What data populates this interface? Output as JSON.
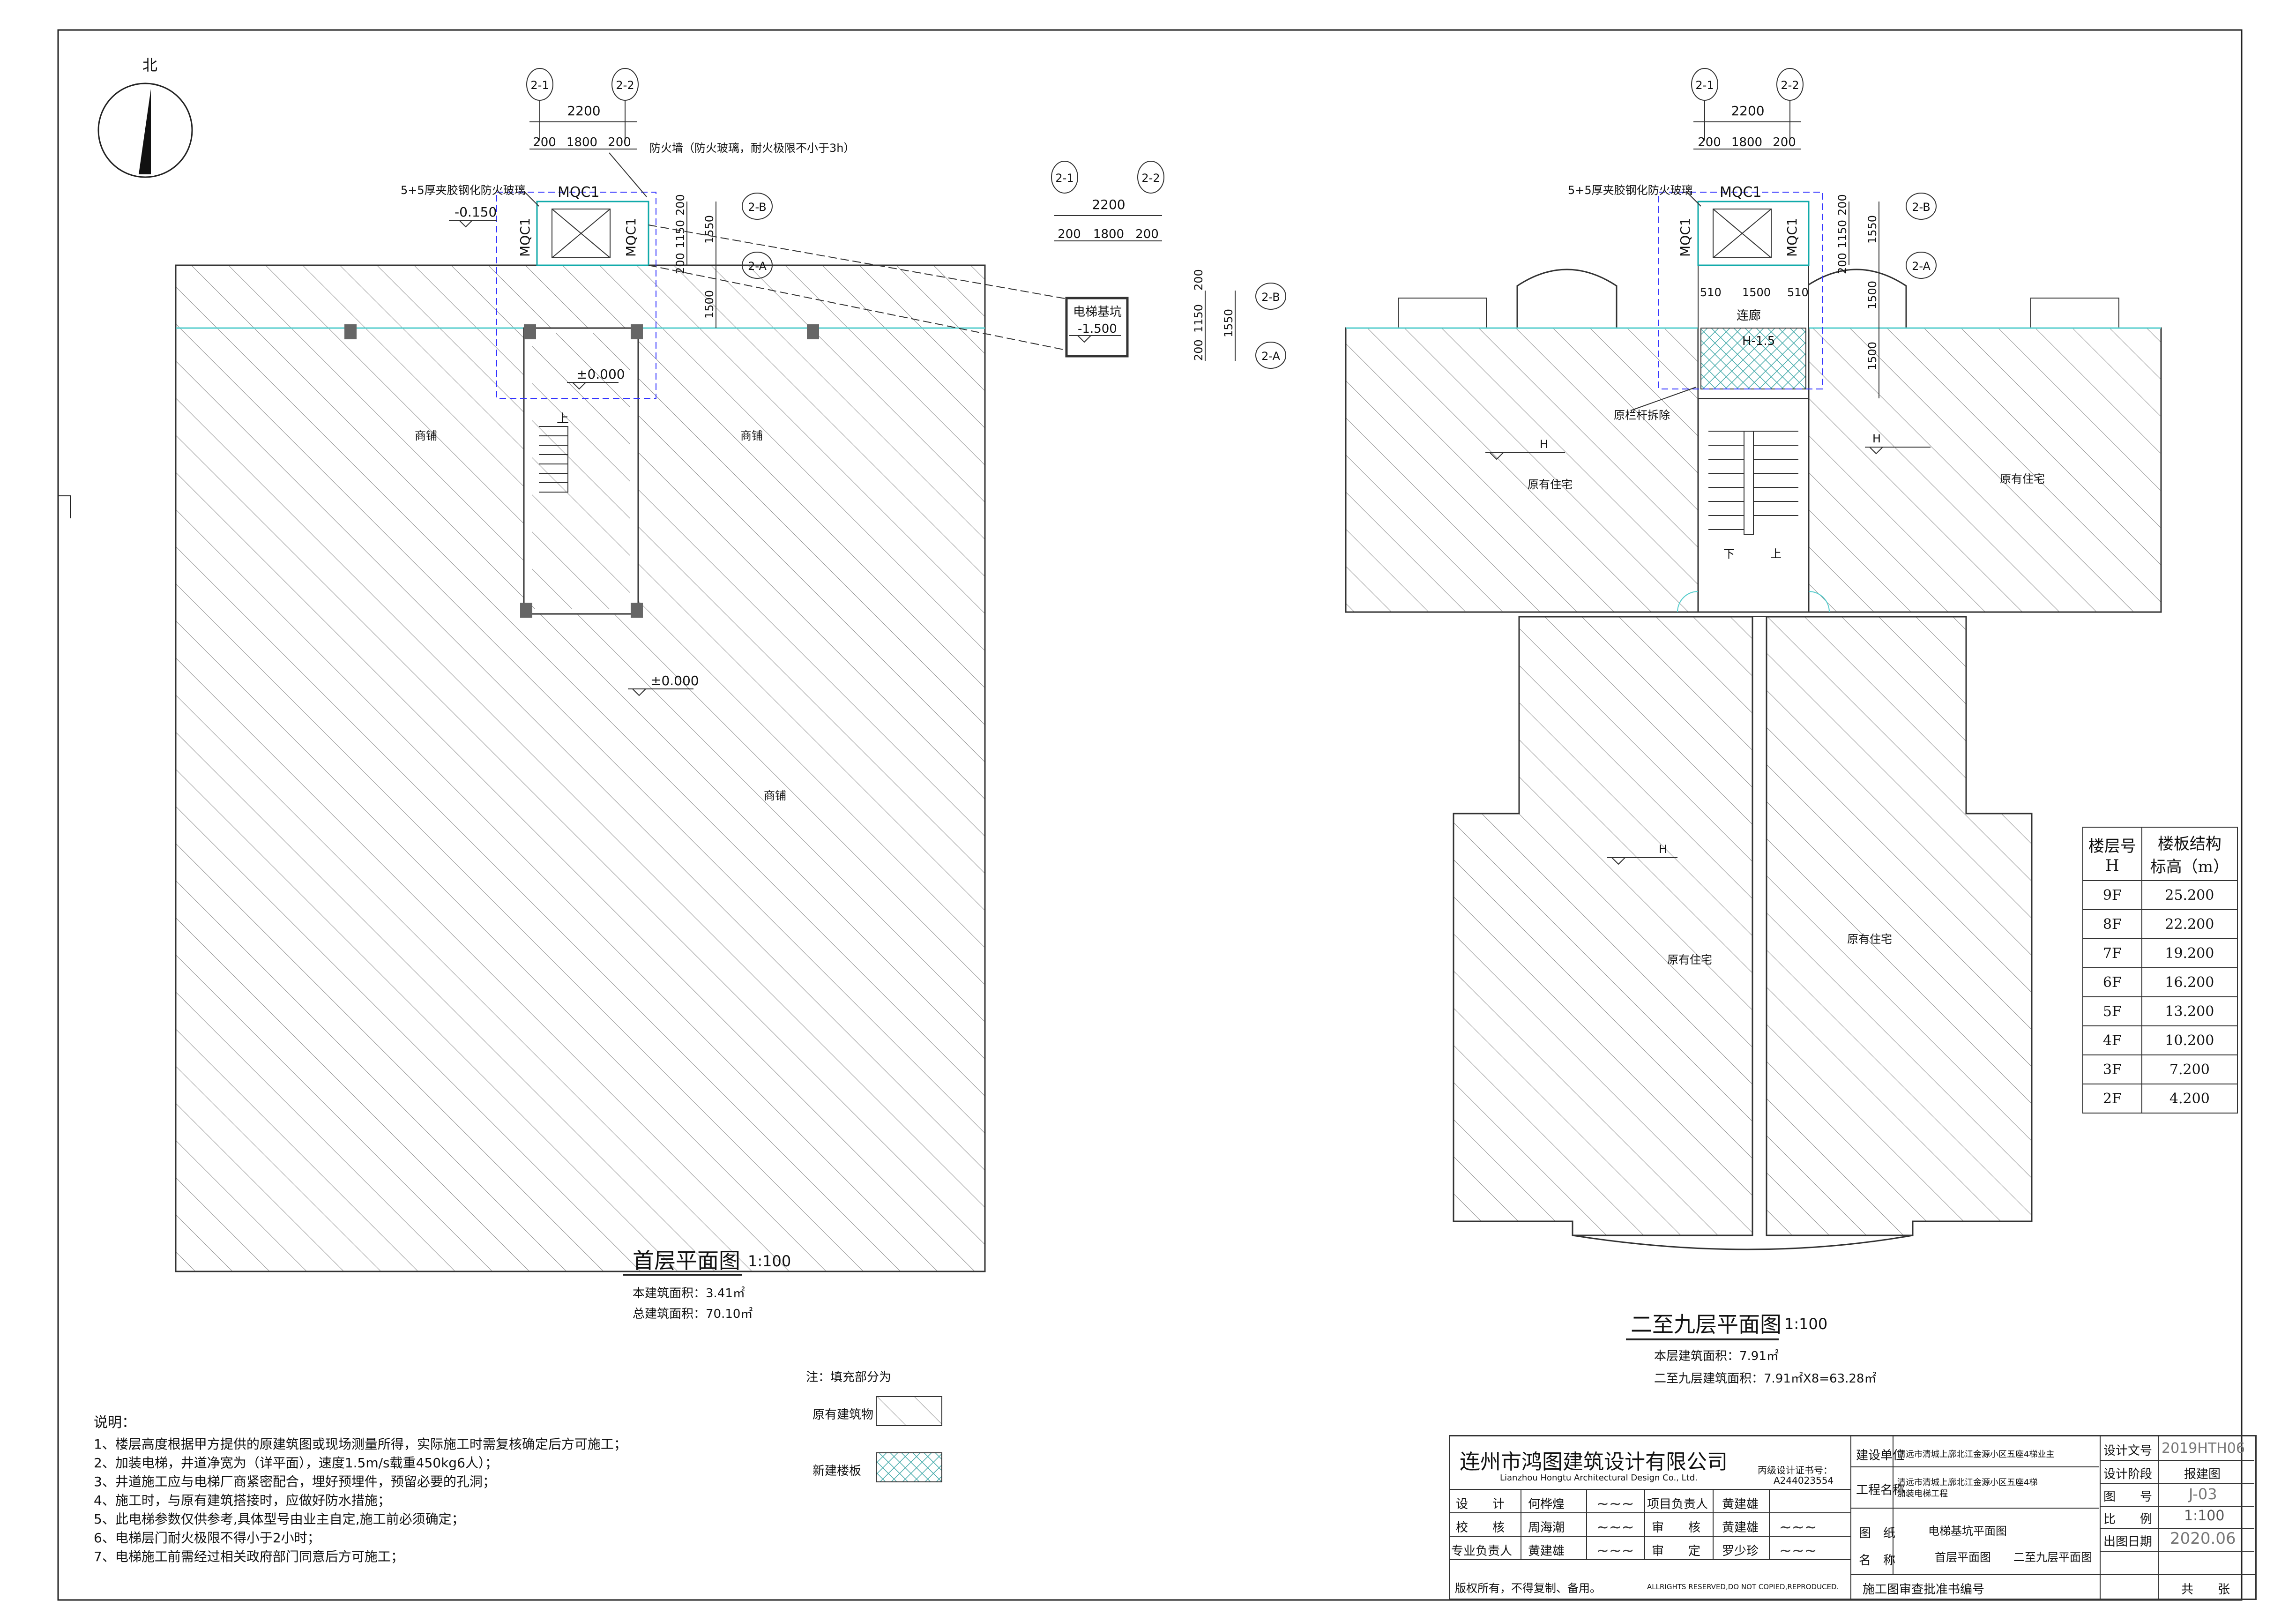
{
  "north_label": "北",
  "left_plan": {
    "title": "首层平面图",
    "scale": "1:100",
    "area_this": "本建筑面积：3.41㎡",
    "area_total": "总建筑面积：70.10㎡",
    "axis_tags": [
      "2-1",
      "2-2",
      "2-B",
      "2-A"
    ],
    "dims_top": [
      "2200",
      "200",
      "1800",
      "200"
    ],
    "dims_side": [
      "200",
      "1150",
      "200",
      "1550",
      "1500"
    ],
    "glass_note": "5+5厚夹胶钢化防火玻璃",
    "fire_wall_note": "防火墙（防火玻璃，耐火极限不小于3h）",
    "level_pit": "-0.150",
    "level_1": "±0.000",
    "level_2": "±0.000",
    "door_tags": [
      "MQC1",
      "MQC1",
      "MQC1"
    ],
    "rooms": [
      "商铺",
      "商铺",
      "商铺"
    ],
    "stair_up": "上"
  },
  "pit_detail": {
    "axis_tags": [
      "2-1",
      "2-2",
      "2-B",
      "2-A"
    ],
    "dims_top": [
      "2200",
      "200",
      "1800",
      "200"
    ],
    "dims_side": [
      "200",
      "1150",
      "200",
      "1550"
    ],
    "label": "电梯基坑",
    "level": "-1.500"
  },
  "right_plan": {
    "title": "二至九层平面图",
    "scale": "1:100",
    "area_this": "本层建筑面积：7.91㎡",
    "area_total": "二至九层建筑面积：7.91㎡X8=63.28㎡",
    "axis_tags": [
      "2-1",
      "2-2",
      "2-B",
      "2-A"
    ],
    "dims_top": [
      "2200",
      "200",
      "1800",
      "200"
    ],
    "dims_side": [
      "200",
      "1150",
      "200",
      "1550",
      "1500",
      "1500"
    ],
    "dims_corr": [
      "510",
      "1500",
      "510"
    ],
    "glass_note": "5+5厚夹胶钢化防火玻璃",
    "door_tags": [
      "MQC1",
      "MQC1",
      "MQC1"
    ],
    "corridor": "连廊",
    "corridor_level": "H-1.5",
    "railing_note": "原栏杆拆除",
    "rooms": [
      "原有住宅",
      "原有住宅",
      "原有住宅",
      "原有住宅"
    ],
    "level_marks": [
      "H",
      "H",
      "H"
    ],
    "stair_down": "下",
    "stair_up": "上"
  },
  "floor_table": {
    "headers": [
      "楼层号\nH",
      "楼板结构\n标高（m）"
    ],
    "rows": [
      [
        "9F",
        "25.200"
      ],
      [
        "8F",
        "22.200"
      ],
      [
        "7F",
        "19.200"
      ],
      [
        "6F",
        "16.200"
      ],
      [
        "5F",
        "13.200"
      ],
      [
        "4F",
        "10.200"
      ],
      [
        "3F",
        "7.200"
      ],
      [
        "2F",
        "4.200"
      ]
    ]
  },
  "legend": {
    "note": "注：填充部分为",
    "existing": "原有建筑物",
    "new": "新建楼板"
  },
  "notes": {
    "title": "说明：",
    "items": [
      "1、楼层高度根据甲方提供的原建筑图或现场测量所得，实际施工时需复核确定后方可施工；",
      "2、加装电梯，井道净宽为（详平面），速度1.5m/s载重450kg6人）；",
      "3、井道施工应与电梯厂商紧密配合，埋好预埋件，预留必要的孔洞；",
      "4、施工时，与原有建筑搭接时，应做好防水措施；",
      "5、此电梯参数仅供参考,具体型号由业主自定,施工前必须确定；",
      "6、电梯层门耐火极限不得小于2小时；",
      "7、电梯施工前需经过相关政府部门同意后方可施工；"
    ]
  },
  "title_block": {
    "company": "连州市鸿图建筑设计有限公司",
    "company_en": "Lianzhou Hongtu Architectural Design Co., Ltd.",
    "cert_label": "丙级设计证书号：",
    "cert_no": "A244023554",
    "design_label": "设　　计",
    "design_name": "何桦煌",
    "check_label": "校　　核",
    "check_name": "周海潮",
    "lead_label": "专业负责人",
    "lead_name": "黄建雄",
    "pm_label": "项目负责人",
    "pm_name": "黄建雄",
    "review_label": "审　　核",
    "review_name": "黄建雄",
    "approve_label": "审　　定",
    "approve_name": "罗少珍",
    "client_label": "建设单位",
    "client": "清远市清城上廓北江金源小区五座4梯业主",
    "project_label": "工程名称",
    "project_1": "清远市清城上廓北江金源小区五座4梯",
    "project_2": "加装电梯工程",
    "drawing_label": "图　纸",
    "name_label": "名　称",
    "drawing_1": "电梯基坑平面图",
    "drawing_2": "首层平面图　　二至九层平面图",
    "docno_label": "设计文号",
    "docno": "2019HTH06",
    "stage_label": "设计阶段",
    "stage": "报建图",
    "sheet_label": "图　　号",
    "sheet_no": "J-03",
    "scale_label": "比　　例",
    "scale": "1:100",
    "date_label": "出图日期",
    "date": "2020.06",
    "copyright": "版权所有，不得复制、备用。",
    "copyright_en": "ALLRIGHTS RESERVED,DO NOT COPIED,REPRODUCED.",
    "approval_label": "施工图审查批准书编号",
    "total_label": "共　　张"
  }
}
